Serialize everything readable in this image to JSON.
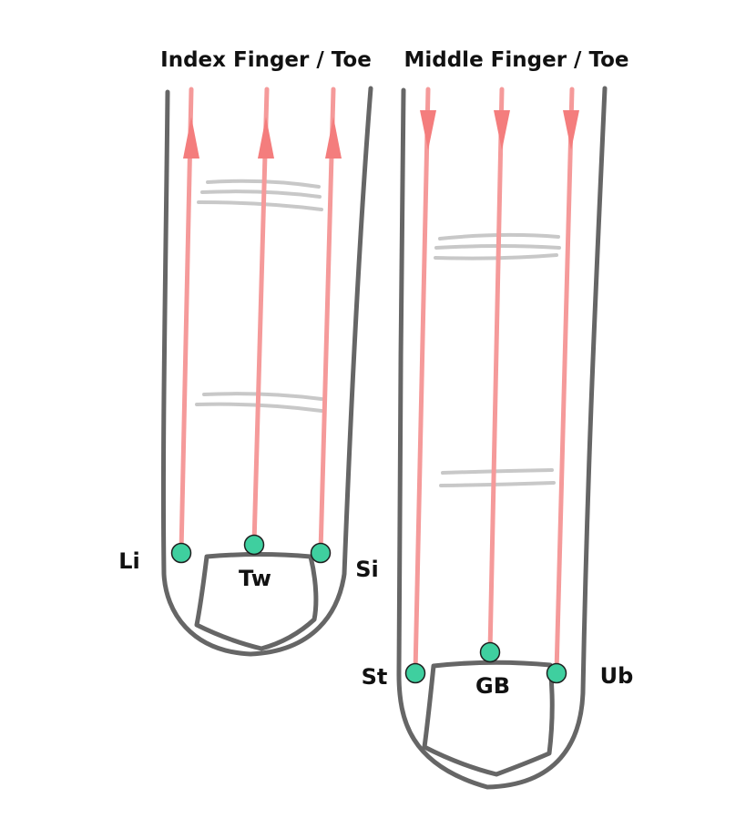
{
  "fingers": [
    {
      "title": "Index Finger / Toe",
      "points": [
        {
          "label": "Li"
        },
        {
          "label": "Tw"
        },
        {
          "label": "Si"
        }
      ],
      "flow_direction": "up"
    },
    {
      "title": "Middle Finger / Toe",
      "points": [
        {
          "label": "St"
        },
        {
          "label": "GB"
        },
        {
          "label": "Ub"
        }
      ],
      "flow_direction": "down"
    }
  ],
  "colors": {
    "outline": "#666666",
    "crease": "#c8c8c8",
    "meridian_line": "#f59a9a",
    "arrow": "#f47d7d",
    "point": "#3fcf9f"
  }
}
